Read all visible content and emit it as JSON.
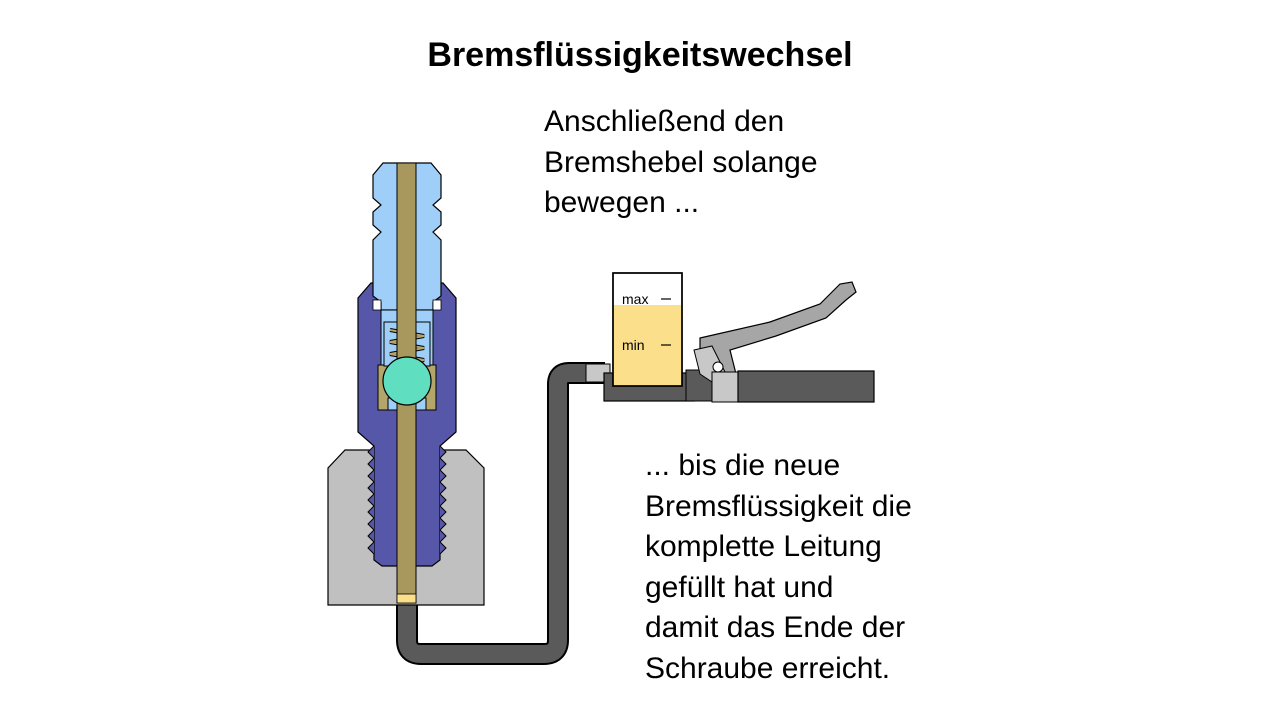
{
  "title": "Bremsflüssigkeitswechsel",
  "text_top": [
    "Anschließend den",
    "Bremshebel solange",
    "bewegen ..."
  ],
  "text_bottom": [
    "... bis die neue",
    "Bremsflüssigkeit die",
    "komplette Leitung",
    "gefüllt hat und",
    "damit das Ende der",
    "Schraube erreicht."
  ],
  "reservoir": {
    "max_label": "max",
    "min_label": "min"
  },
  "colors": {
    "nipple_body": "#9fcff8",
    "nut_body": "#5757a9",
    "caliper_block": "#c0c0c0",
    "fluid_channel": "#a8985d",
    "spring": "#b4a56a",
    "ball": "#60dec0",
    "hose": "#5a5a5a",
    "brake_fluid": "#fbdf8b",
    "lever": "#a6a6a6"
  }
}
